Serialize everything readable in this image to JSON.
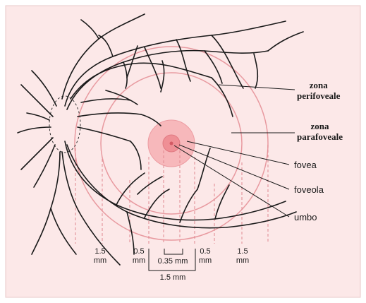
{
  "labels": {
    "perifoveal_line1": "zona",
    "perifoveal_line2": "perifoveale",
    "parafoveal_line1": "zona",
    "parafoveal_line2": "parafoveale",
    "fovea": "fovea",
    "foveola": "foveola",
    "umbo": "umbo"
  },
  "measurements": {
    "left_outer_value": "1.5",
    "left_outer_unit": "mm",
    "left_inner_value": "0.5",
    "left_inner_unit": "mm",
    "center": "0.35 mm",
    "right_inner_value": "0.5",
    "right_inner_unit": "mm",
    "right_outer_value": "1.5",
    "right_outer_unit": "mm",
    "fovea_width": "1.5 mm"
  },
  "colors": {
    "panel_bg": "#fce8e8",
    "ring_stroke": "#e89aa0",
    "fovea_fill": "#f7b8bb",
    "foveola_fill": "#ef8f95",
    "vessel": "#1a1a1a"
  }
}
